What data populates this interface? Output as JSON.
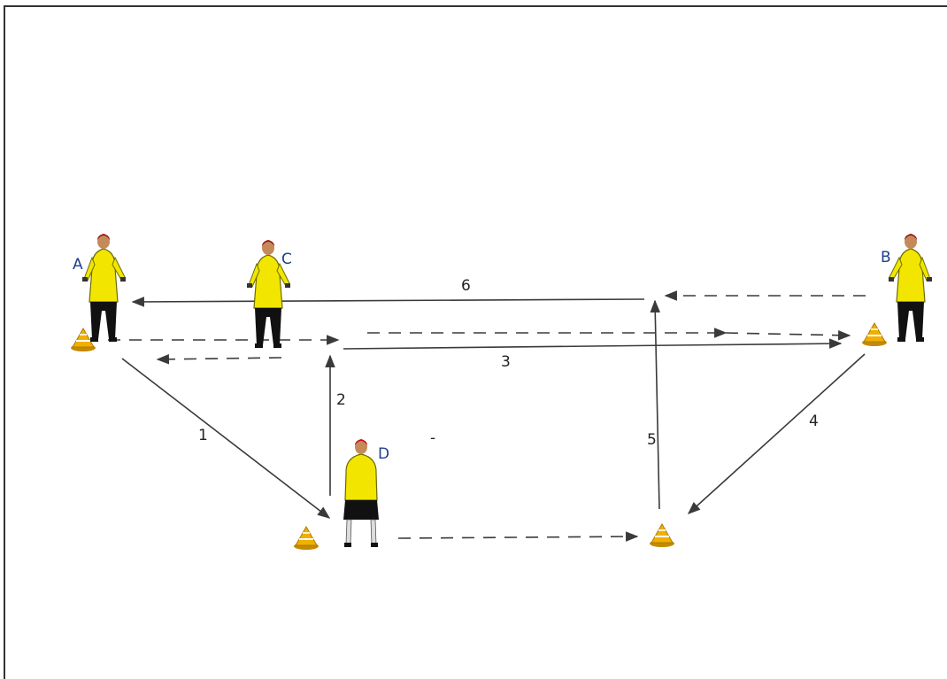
{
  "players": [
    {
      "id": "A",
      "label": "A"
    },
    {
      "id": "C",
      "label": "C"
    },
    {
      "id": "B",
      "label": "B"
    },
    {
      "id": "D",
      "label": "D"
    }
  ],
  "pass_labels": [
    "1",
    "2",
    "3",
    "4",
    "5",
    "6"
  ],
  "stray_mark": "-",
  "colors": {
    "jersey": "#f2e600",
    "jersey_outline": "#6b6b00",
    "shorts": "#111111",
    "hair": "#9a1515",
    "cone": "#f0b000",
    "cone_stripe": "#ffffff",
    "line": "#3a3a3a",
    "label_blue": "#1f3e8c"
  }
}
